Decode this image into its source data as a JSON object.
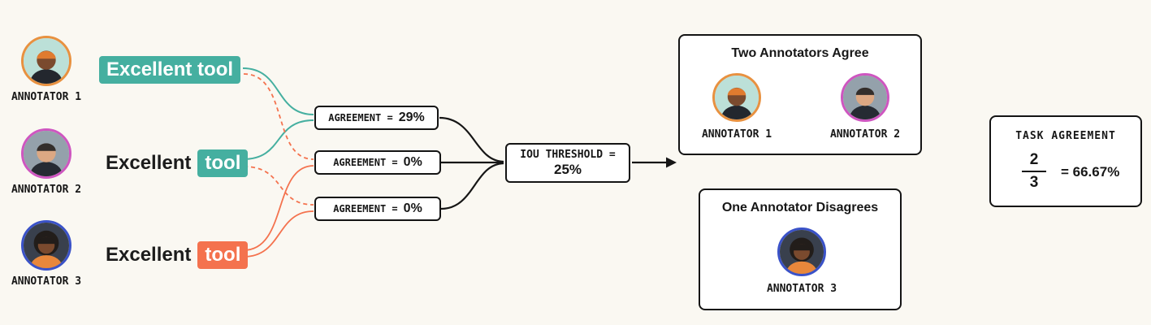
{
  "colors": {
    "teal": "#45AFA0",
    "coral": "#F4724E",
    "line_dark": "#161616"
  },
  "annotators": [
    {
      "label": "ANNOTATOR 1",
      "ring": "#E89140"
    },
    {
      "label": "ANNOTATOR 2",
      "ring": "#CE56C0"
    },
    {
      "label": "ANNOTATOR 3",
      "ring": "#3A52C8"
    }
  ],
  "annotations": [
    {
      "prefix": "",
      "highlight": "Excellent tool",
      "color": "#45AFA0"
    },
    {
      "prefix": "Excellent",
      "highlight": "tool",
      "color": "#45AFA0"
    },
    {
      "prefix": "Excellent",
      "highlight": "tool",
      "color": "#F4724E"
    }
  ],
  "agreements": [
    {
      "label": "AGREEMENT =",
      "value": "29%"
    },
    {
      "label": "AGREEMENT =",
      "value": "0%"
    },
    {
      "label": "AGREEMENT =",
      "value": "0%"
    }
  ],
  "threshold": {
    "line1": "IOU THRESHOLD =",
    "line2": "25%"
  },
  "agree_group": {
    "title": "Two Annotators Agree",
    "members": [
      {
        "label": "ANNOTATOR 1"
      },
      {
        "label": "ANNOTATOR 2"
      }
    ]
  },
  "disagree_group": {
    "title": "One Annotator Disagrees",
    "members": [
      {
        "label": "ANNOTATOR 3"
      }
    ]
  },
  "task_agreement": {
    "title": "TASK AGREEMENT",
    "numerator": "2",
    "denominator": "3",
    "result": "= 66.67%"
  }
}
